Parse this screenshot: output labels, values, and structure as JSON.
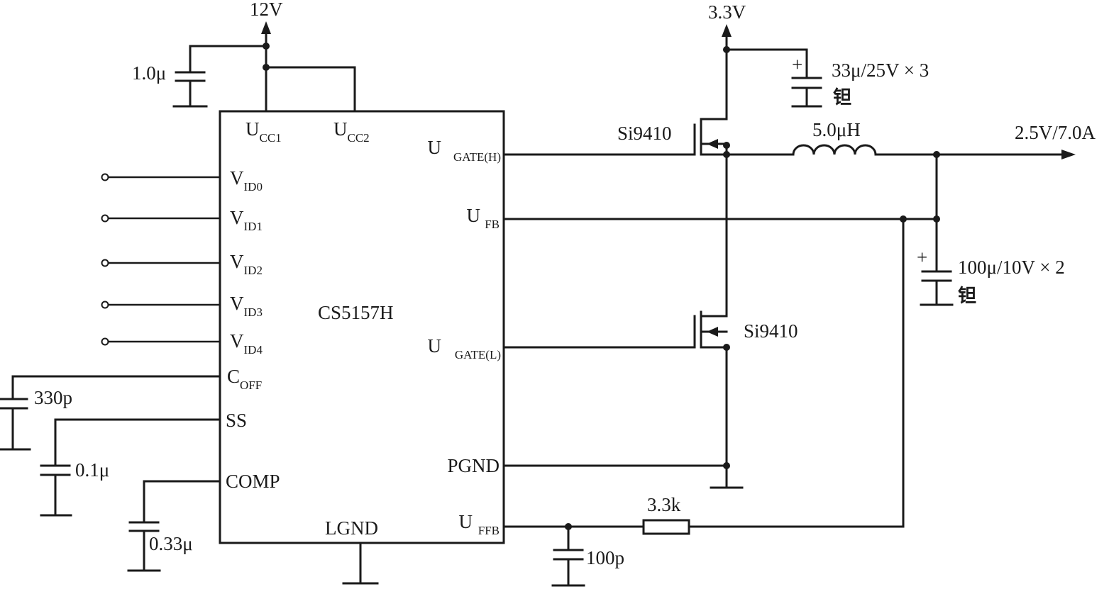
{
  "chip": {
    "name": "CS5157H",
    "pins": {
      "ucc1": {
        "main": "U",
        "sub": "CC1"
      },
      "ucc2": {
        "main": "U",
        "sub": "CC2"
      },
      "vid0": {
        "main": "V",
        "sub": "ID0"
      },
      "vid1": {
        "main": "V",
        "sub": "ID1"
      },
      "vid2": {
        "main": "V",
        "sub": "ID2"
      },
      "vid3": {
        "main": "V",
        "sub": "ID3"
      },
      "vid4": {
        "main": "V",
        "sub": "ID4"
      },
      "coff": {
        "main": "C",
        "sub": "OFF"
      },
      "ss": {
        "main": "SS"
      },
      "comp": {
        "main": "COMP"
      },
      "lgnd": {
        "main": "LGND"
      },
      "ugate_h": {
        "main": "U",
        "sub": "GATE(H)"
      },
      "ufb": {
        "main": "U",
        "sub": "FB"
      },
      "ugate_l": {
        "main": "U",
        "sub": "GATE(L)"
      },
      "pgnd": {
        "main": "PGND"
      },
      "uffb": {
        "main": "U",
        "sub": "FFB"
      }
    }
  },
  "supplies": {
    "v12": "12V",
    "v33": "3.3V",
    "output": "2.5V/7.0A"
  },
  "components": {
    "c_ucc": "1.0μ",
    "c_coff": "330p",
    "c_ss": "0.1μ",
    "c_comp": "0.33μ",
    "c_in": "33μ/25V × 3",
    "c_in_type": "钽",
    "c_out": "100μ/10V × 2",
    "c_out_type": "钽",
    "inductor": "5.0μH",
    "mosfet_high": "Si9410",
    "mosfet_low": "Si9410",
    "r_ffb": "3.3k",
    "c_ffb": "100p",
    "plus_sign": "+"
  }
}
